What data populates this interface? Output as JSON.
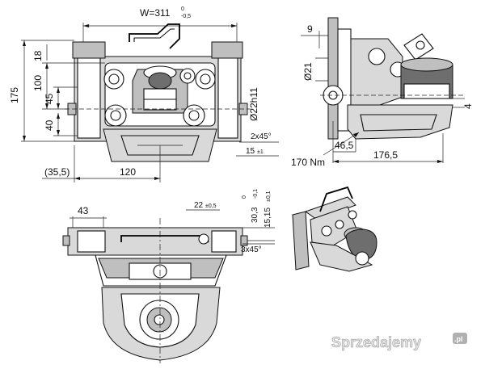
{
  "dimensions": {
    "width": {
      "label": "W=311",
      "tol_upper": "0",
      "tol_lower": "-0,5"
    },
    "d18": "18",
    "d175": "175",
    "d100": "100",
    "d45": "45",
    "d40": "40",
    "dia22": "Ø22h11",
    "chamfer2": "2x45°",
    "d15": {
      "label": "15",
      "tol": "±1"
    },
    "d355": "(35,5)",
    "d120": "120",
    "d9": "9",
    "dia21": "Ø21",
    "d4": "4",
    "d465": "46,5",
    "d1765": "176,5",
    "torque": "170 Nm",
    "d43": "43",
    "d22": {
      "label": "22",
      "tol": "±0,5"
    },
    "d303": {
      "label": "30,3",
      "tol_upper": "0",
      "tol_lower": "-0,1"
    },
    "d1515": {
      "label": "15,15",
      "tol": "±0,1"
    },
    "chamfer3": "3x45°"
  },
  "watermark": {
    "text": "Sprzedajemy",
    "suffix": ".pl"
  },
  "icons": [
    "watermark-logo"
  ],
  "colors": {
    "line": "#111111",
    "shade": "#d9d9d9",
    "dark": "#6e6e6e",
    "background": "#ffffff"
  }
}
